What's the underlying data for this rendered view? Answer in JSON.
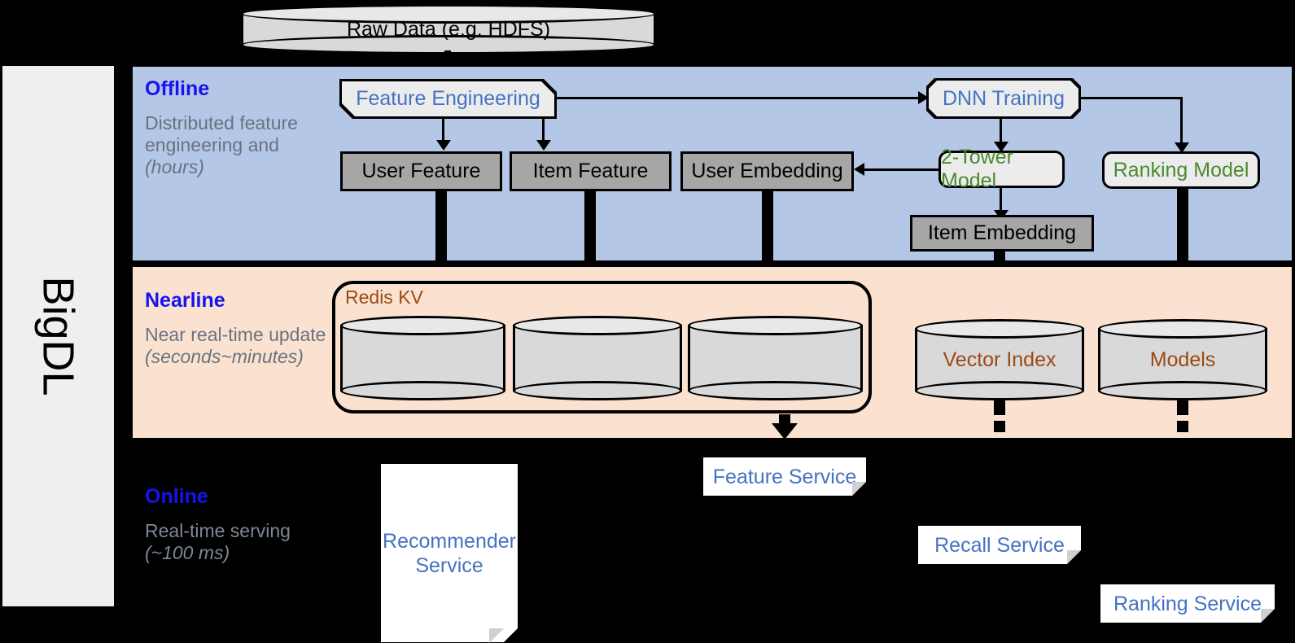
{
  "framework": {
    "name": "BigDL"
  },
  "source": {
    "label": "Raw Data (e.g. HDFS)"
  },
  "bands": [
    {
      "id": "offline",
      "title": "Offline",
      "subtitle": "Distributed feature engineering and ",
      "subtitle_em": "(hours)",
      "bg": "#b4c7e7"
    },
    {
      "id": "nearline",
      "title": "Nearline",
      "subtitle": "Near real-time update ",
      "subtitle_em": "(seconds~minutes)",
      "bg": "#fbe2d0"
    },
    {
      "id": "online",
      "title": "Online",
      "subtitle": "Real-time serving ",
      "subtitle_em": "(~100 ms)",
      "bg": "#000000"
    }
  ],
  "offline": {
    "feature_engineering": "Feature Engineering",
    "dnn_training": "DNN Training",
    "user_feature": "User Feature",
    "item_feature": "Item Feature",
    "user_embedding": "User Embedding",
    "two_tower_model": "2-Tower Model",
    "ranking_model": "Ranking Model",
    "item_embedding": "Item Embedding"
  },
  "nearline": {
    "redis_kv": "Redis KV",
    "store_user_feature": "",
    "store_item_feature": "",
    "store_user_embedding": "",
    "vector_index": "Vector Index",
    "models": "Models"
  },
  "online": {
    "recommender_service": "Recommender Service",
    "feature_service": "Feature Service",
    "recall_service": "Recall Service",
    "ranking_service": "Ranking Service"
  },
  "colors": {
    "band_offline": "#b4c7e7",
    "band_nearline": "#fbe2d0",
    "band_online": "#000000",
    "title_blue": "#1414f0",
    "text_blue": "#4472c4",
    "text_green": "#4a8a30",
    "text_brown": "#9c4a13",
    "gray_box": "#a6a6a6",
    "light_box": "#ececec",
    "rail_bg": "#efefef"
  }
}
